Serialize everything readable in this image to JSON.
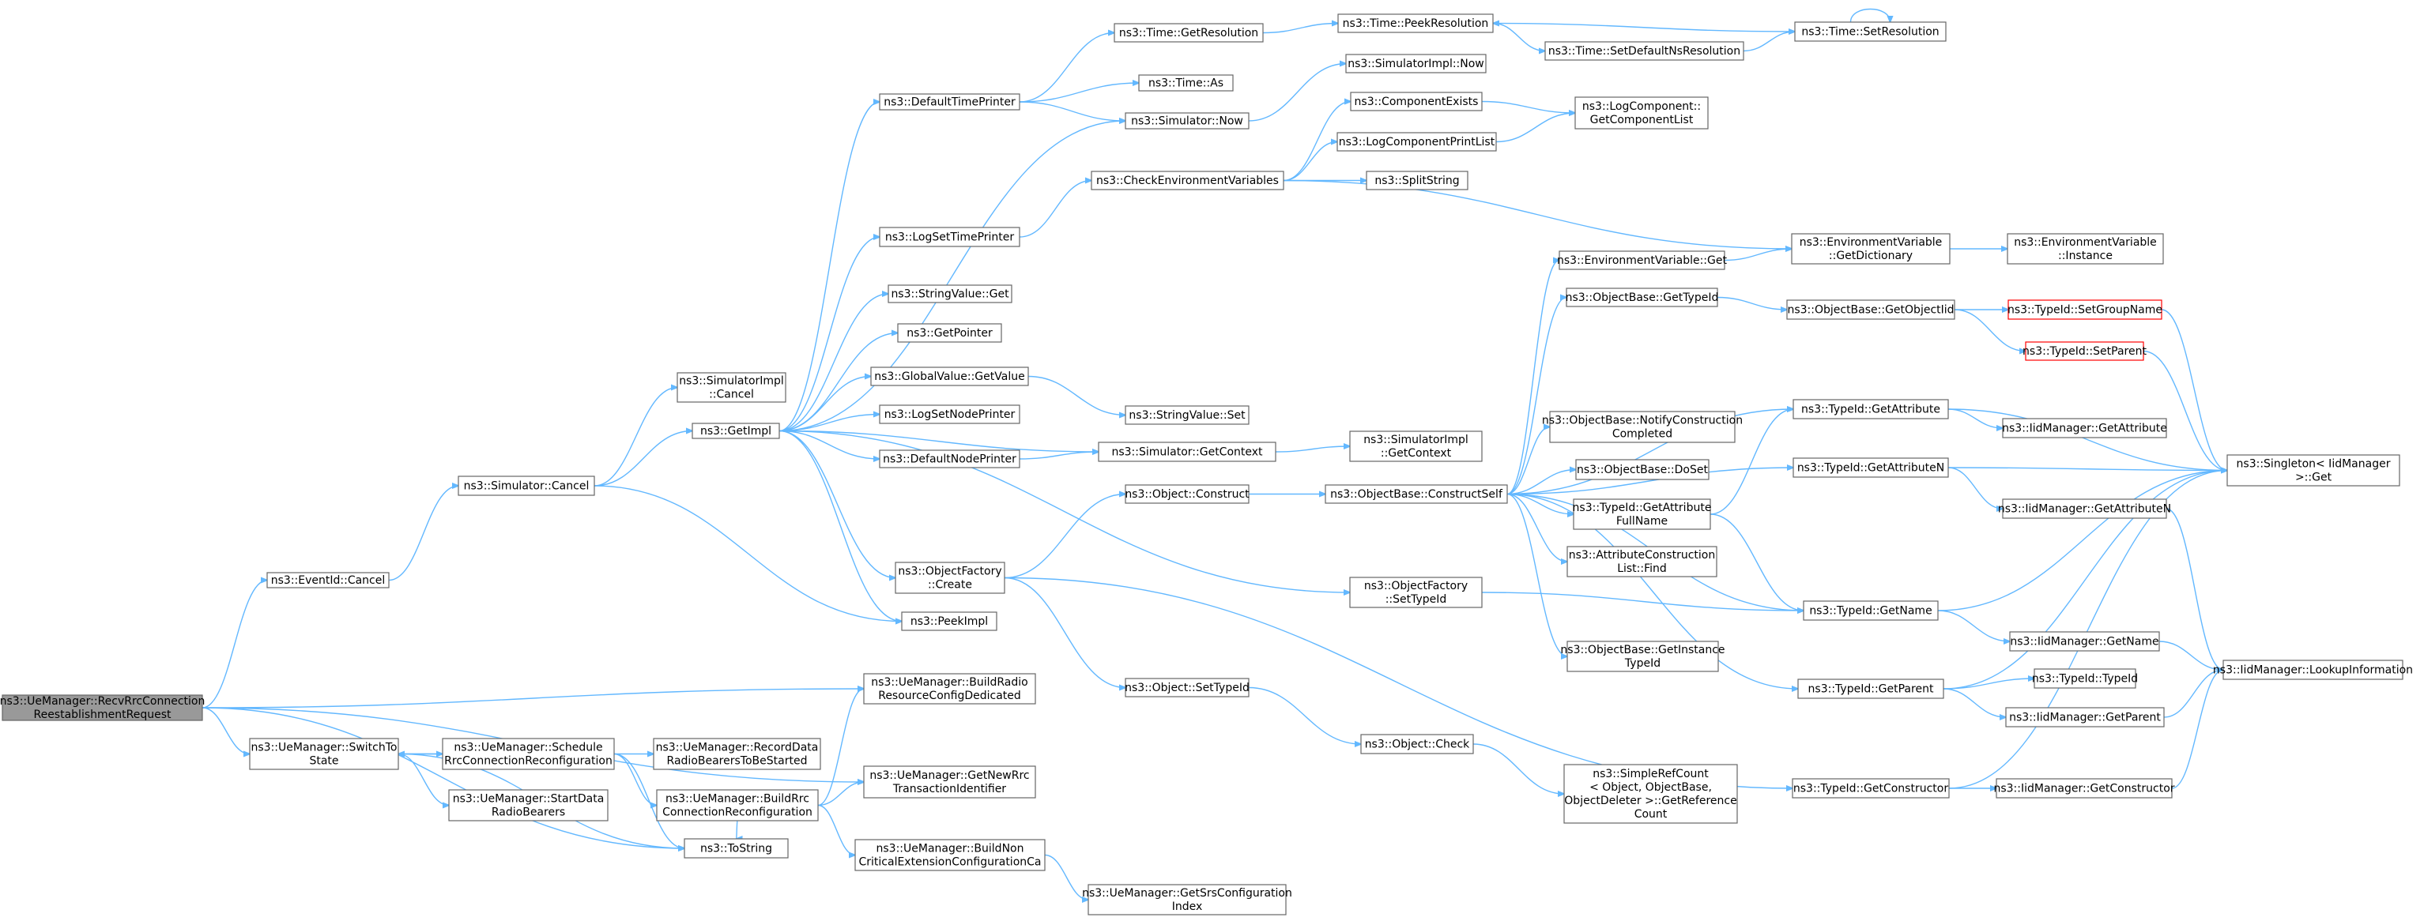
{
  "graph": {
    "nodes": [
      {
        "id": "n0",
        "lines": [
          "ns3::UeManager::RecvRrcConnection",
          "ReestablishmentRequest"
        ],
        "style": "root"
      },
      {
        "id": "n1",
        "lines": [
          "ns3::EventId::Cancel"
        ]
      },
      {
        "id": "n2",
        "lines": [
          "ns3::Simulator::Cancel"
        ]
      },
      {
        "id": "n3",
        "lines": [
          "ns3::SimulatorImpl",
          "::Cancel"
        ]
      },
      {
        "id": "n4",
        "lines": [
          "ns3::GetImpl"
        ]
      },
      {
        "id": "n5",
        "lines": [
          "ns3::DefaultTimePrinter"
        ]
      },
      {
        "id": "n6",
        "lines": [
          "ns3::Time::GetResolution"
        ]
      },
      {
        "id": "n7",
        "lines": [
          "ns3::Time::PeekResolution"
        ]
      },
      {
        "id": "n8",
        "lines": [
          "ns3::Time::SetDefaultNsResolution"
        ]
      },
      {
        "id": "n9",
        "lines": [
          "ns3::Time::SetResolution"
        ]
      },
      {
        "id": "n10",
        "lines": [
          "ns3::Time::As"
        ]
      },
      {
        "id": "n11",
        "lines": [
          "ns3::Simulator::Now"
        ]
      },
      {
        "id": "n12",
        "lines": [
          "ns3::SimulatorImpl::Now"
        ]
      },
      {
        "id": "n13",
        "lines": [
          "ns3::LogSetTimePrinter"
        ]
      },
      {
        "id": "n14",
        "lines": [
          "ns3::CheckEnvironmentVariables"
        ]
      },
      {
        "id": "n15",
        "lines": [
          "ns3::ComponentExists"
        ]
      },
      {
        "id": "n16",
        "lines": [
          "ns3::LogComponent::",
          "GetComponentList"
        ]
      },
      {
        "id": "n17",
        "lines": [
          "ns3::LogComponentPrintList"
        ]
      },
      {
        "id": "n18",
        "lines": [
          "ns3::SplitString"
        ]
      },
      {
        "id": "n19",
        "lines": [
          "ns3::EnvironmentVariable",
          "::GetDictionary"
        ]
      },
      {
        "id": "n20",
        "lines": [
          "ns3::EnvironmentVariable",
          "::Instance"
        ]
      },
      {
        "id": "n21",
        "lines": [
          "ns3::StringValue::Get"
        ]
      },
      {
        "id": "n22",
        "lines": [
          "ns3::GetPointer"
        ]
      },
      {
        "id": "n23",
        "lines": [
          "ns3::GlobalValue::GetValue"
        ]
      },
      {
        "id": "n24",
        "lines": [
          "ns3::StringValue::Set"
        ]
      },
      {
        "id": "n25",
        "lines": [
          "ns3::LogSetNodePrinter"
        ]
      },
      {
        "id": "n26",
        "lines": [
          "ns3::DefaultNodePrinter"
        ]
      },
      {
        "id": "n27",
        "lines": [
          "ns3::Simulator::GetContext"
        ]
      },
      {
        "id": "n28",
        "lines": [
          "ns3::SimulatorImpl",
          "::GetContext"
        ]
      },
      {
        "id": "n29",
        "lines": [
          "ns3::ObjectFactory",
          "::Create"
        ]
      },
      {
        "id": "n30",
        "lines": [
          "ns3::PeekImpl"
        ]
      },
      {
        "id": "n31",
        "lines": [
          "ns3::Object::Construct"
        ]
      },
      {
        "id": "n32",
        "lines": [
          "ns3::ObjectBase::ConstructSelf"
        ]
      },
      {
        "id": "n33",
        "lines": [
          "ns3::ObjectFactory",
          "::SetTypeId"
        ]
      },
      {
        "id": "n34",
        "lines": [
          "ns3::Object::SetTypeId"
        ]
      },
      {
        "id": "n35",
        "lines": [
          "ns3::Object::Check"
        ]
      },
      {
        "id": "n36",
        "lines": [
          "ns3::SimpleRefCount",
          "< Object, ObjectBase,",
          "ObjectDeleter >::GetReference",
          "Count"
        ]
      },
      {
        "id": "n37",
        "lines": [
          "ns3::EnvironmentVariable::Get"
        ]
      },
      {
        "id": "n38",
        "lines": [
          "ns3::ObjectBase::GetTypeId"
        ]
      },
      {
        "id": "n39",
        "lines": [
          "ns3::ObjectBase::GetObjectIid"
        ]
      },
      {
        "id": "n40",
        "lines": [
          "ns3::TypeId::SetGroupName"
        ],
        "style": "red"
      },
      {
        "id": "n41",
        "lines": [
          "ns3::TypeId::SetParent"
        ],
        "style": "red"
      },
      {
        "id": "n42",
        "lines": [
          "ns3::Singleton< IidManager",
          ">::Get"
        ]
      },
      {
        "id": "n43",
        "lines": [
          "ns3::TypeId::GetAttribute"
        ]
      },
      {
        "id": "n44",
        "lines": [
          "ns3::IidManager::GetAttribute"
        ]
      },
      {
        "id": "n45",
        "lines": [
          "ns3::ObjectBase::NotifyConstruction",
          "Completed"
        ]
      },
      {
        "id": "n46",
        "lines": [
          "ns3::ObjectBase::DoSet"
        ]
      },
      {
        "id": "n47",
        "lines": [
          "ns3::TypeId::GetAttributeN"
        ]
      },
      {
        "id": "n48",
        "lines": [
          "ns3::IidManager::GetAttributeN"
        ]
      },
      {
        "id": "n49",
        "lines": [
          "ns3::TypeId::GetAttribute",
          "FullName"
        ]
      },
      {
        "id": "n50",
        "lines": [
          "ns3::AttributeConstruction",
          "List::Find"
        ]
      },
      {
        "id": "n51",
        "lines": [
          "ns3::TypeId::GetName"
        ]
      },
      {
        "id": "n52",
        "lines": [
          "ns3::IidManager::GetName"
        ]
      },
      {
        "id": "n53",
        "lines": [
          "ns3::IidManager::LookupInformation"
        ]
      },
      {
        "id": "n54",
        "lines": [
          "ns3::ObjectBase::GetInstance",
          "TypeId"
        ]
      },
      {
        "id": "n55",
        "lines": [
          "ns3::TypeId::GetParent"
        ]
      },
      {
        "id": "n56",
        "lines": [
          "ns3::TypeId::TypeId"
        ]
      },
      {
        "id": "n57",
        "lines": [
          "ns3::IidManager::GetParent"
        ]
      },
      {
        "id": "n58",
        "lines": [
          "ns3::TypeId::GetConstructor"
        ]
      },
      {
        "id": "n59",
        "lines": [
          "ns3::IidManager::GetConstructor"
        ]
      },
      {
        "id": "n60",
        "lines": [
          "ns3::UeManager::BuildRadio",
          "ResourceConfigDedicated"
        ]
      },
      {
        "id": "n61",
        "lines": [
          "ns3::UeManager::SwitchTo",
          "State"
        ]
      },
      {
        "id": "n62",
        "lines": [
          "ns3::UeManager::Schedule",
          "RrcConnectionReconfiguration"
        ]
      },
      {
        "id": "n63",
        "lines": [
          "ns3::UeManager::RecordData",
          "RadioBearersToBeStarted"
        ]
      },
      {
        "id": "n64",
        "lines": [
          "ns3::UeManager::GetNewRrc",
          "TransactionIdentifier"
        ]
      },
      {
        "id": "n65",
        "lines": [
          "ns3::UeManager::StartData",
          "RadioBearers"
        ]
      },
      {
        "id": "n66",
        "lines": [
          "ns3::UeManager::BuildRrc",
          "ConnectionReconfiguration"
        ]
      },
      {
        "id": "n67",
        "lines": [
          "ns3::ToString"
        ]
      },
      {
        "id": "n68",
        "lines": [
          "ns3::UeManager::BuildNon",
          "CriticalExtensionConfigurationCa"
        ]
      },
      {
        "id": "n69",
        "lines": [
          "ns3::UeManager::GetSrsConfiguration",
          "Index"
        ]
      }
    ],
    "edges": [
      [
        "n0",
        "n1"
      ],
      [
        "n0",
        "n60"
      ],
      [
        "n0",
        "n61"
      ],
      [
        "n0",
        "n64"
      ],
      [
        "n0",
        "n67"
      ],
      [
        "n1",
        "n2"
      ],
      [
        "n2",
        "n3"
      ],
      [
        "n2",
        "n4"
      ],
      [
        "n2",
        "n30"
      ],
      [
        "n4",
        "n5"
      ],
      [
        "n4",
        "n11"
      ],
      [
        "n4",
        "n13"
      ],
      [
        "n4",
        "n21"
      ],
      [
        "n4",
        "n22"
      ],
      [
        "n4",
        "n23"
      ],
      [
        "n4",
        "n25"
      ],
      [
        "n4",
        "n26"
      ],
      [
        "n4",
        "n27"
      ],
      [
        "n4",
        "n29"
      ],
      [
        "n4",
        "n30"
      ],
      [
        "n4",
        "n33"
      ],
      [
        "n5",
        "n6"
      ],
      [
        "n5",
        "n10"
      ],
      [
        "n5",
        "n11"
      ],
      [
        "n6",
        "n7"
      ],
      [
        "n7",
        "n8"
      ],
      [
        "n8",
        "n9"
      ],
      [
        "n9",
        "n7"
      ],
      [
        "n9",
        "n9"
      ],
      [
        "n11",
        "n12"
      ],
      [
        "n13",
        "n14"
      ],
      [
        "n14",
        "n15"
      ],
      [
        "n14",
        "n17"
      ],
      [
        "n14",
        "n18"
      ],
      [
        "n14",
        "n19"
      ],
      [
        "n15",
        "n16"
      ],
      [
        "n17",
        "n16"
      ],
      [
        "n19",
        "n20"
      ],
      [
        "n23",
        "n24"
      ],
      [
        "n26",
        "n27"
      ],
      [
        "n27",
        "n28"
      ],
      [
        "n29",
        "n31"
      ],
      [
        "n29",
        "n34"
      ],
      [
        "n29",
        "n58"
      ],
      [
        "n31",
        "n32"
      ],
      [
        "n32",
        "n37"
      ],
      [
        "n32",
        "n38"
      ],
      [
        "n32",
        "n43"
      ],
      [
        "n32",
        "n45"
      ],
      [
        "n32",
        "n46"
      ],
      [
        "n32",
        "n47"
      ],
      [
        "n32",
        "n49"
      ],
      [
        "n32",
        "n50"
      ],
      [
        "n32",
        "n51"
      ],
      [
        "n32",
        "n54"
      ],
      [
        "n32",
        "n55"
      ],
      [
        "n33",
        "n51"
      ],
      [
        "n34",
        "n35"
      ],
      [
        "n35",
        "n36"
      ],
      [
        "n37",
        "n19"
      ],
      [
        "n38",
        "n39"
      ],
      [
        "n39",
        "n40"
      ],
      [
        "n39",
        "n41"
      ],
      [
        "n40",
        "n42"
      ],
      [
        "n41",
        "n42"
      ],
      [
        "n43",
        "n42"
      ],
      [
        "n43",
        "n44"
      ],
      [
        "n47",
        "n42"
      ],
      [
        "n47",
        "n48"
      ],
      [
        "n48",
        "n53"
      ],
      [
        "n49",
        "n43"
      ],
      [
        "n49",
        "n51"
      ],
      [
        "n51",
        "n42"
      ],
      [
        "n51",
        "n52"
      ],
      [
        "n52",
        "n53"
      ],
      [
        "n55",
        "n42"
      ],
      [
        "n55",
        "n56"
      ],
      [
        "n55",
        "n57"
      ],
      [
        "n57",
        "n53"
      ],
      [
        "n58",
        "n42"
      ],
      [
        "n58",
        "n59"
      ],
      [
        "n59",
        "n53"
      ],
      [
        "n61",
        "n62"
      ],
      [
        "n61",
        "n65"
      ],
      [
        "n61",
        "n67"
      ],
      [
        "n62",
        "n61"
      ],
      [
        "n62",
        "n63"
      ],
      [
        "n62",
        "n66"
      ],
      [
        "n62",
        "n67"
      ],
      [
        "n66",
        "n60"
      ],
      [
        "n66",
        "n64"
      ],
      [
        "n66",
        "n67"
      ],
      [
        "n66",
        "n68"
      ],
      [
        "n68",
        "n69"
      ]
    ]
  }
}
